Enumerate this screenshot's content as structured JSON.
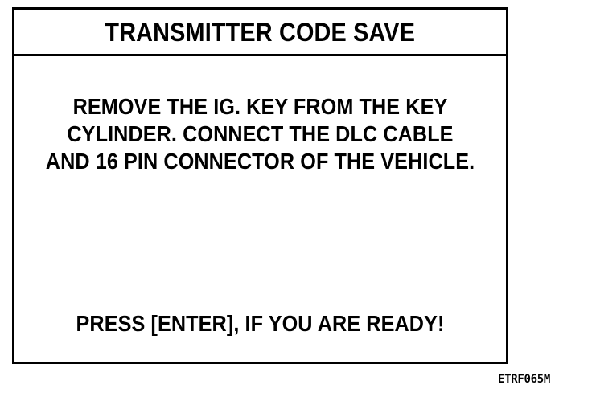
{
  "screen": {
    "title": "TRANSMITTER CODE SAVE",
    "message_lines": [
      "REMOVE THE IG. KEY FROM THE KEY",
      "CYLINDER. CONNECT THE DLC CABLE",
      "AND 16 PIN CONNECTOR OF THE VEHICLE."
    ],
    "prompt": "PRESS [ENTER], IF YOU ARE READY!"
  },
  "figure": {
    "caption": "ETRF065M"
  },
  "colors": {
    "ink": "#000000",
    "paper": "#ffffff"
  }
}
